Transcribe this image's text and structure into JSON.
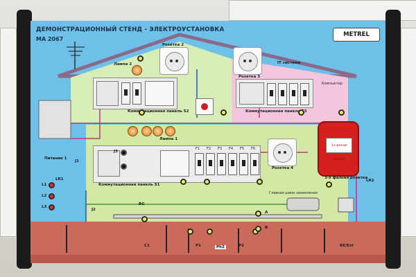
{
  "header": {
    "title": "ДЕМОНСТРАЦИОННЫЙ СТЕНД - ЭЛЕКТРОУСТАНОВКА",
    "model": "MA 2067",
    "brand": "METREL"
  },
  "labels": {
    "socket_2": "Розетка 2",
    "socket_3": "Розетка 3",
    "socket_4": "Розетка 4",
    "lamp_1": "Лампа 1",
    "lamp_2": "Лампа 2",
    "it_system": "IT система",
    "computer": "Компьютер",
    "panel_s1": "Коммутационная панель S1",
    "panel_s2": "Коммутационная панель S2",
    "panel_s3": "Коммутационная панель S3",
    "supply_1": "Питание 1",
    "lr1": "LR1",
    "lr2": "LR2",
    "l1": "L1",
    "l2": "L2",
    "l3": "L3",
    "j1": "J1",
    "j2": "J2",
    "j3": "J3",
    "bg": "BG",
    "a": "A",
    "b": "B",
    "three_phase": "3-х фазная розетка",
    "main_bus": "Главная шина заземления",
    "c1": "C1",
    "p1": "P1",
    "p2": "P2",
    "ph2": "Ph2",
    "re_ext": "RE/Ext",
    "f1": "F1",
    "f2": "F2",
    "f3": "F3",
    "f4": "F4",
    "f5": "F5",
    "f6": "F6"
  },
  "colors": {
    "sky": "#6ec0e8",
    "house_green": "#d2e8a4",
    "it_pink": "#f3c6de",
    "ground": "#c96a5c",
    "wire_pink": "#b23c7e",
    "wire_green": "#3a9a3a"
  },
  "icons": [
    "antenna-icon",
    "lamp-icon",
    "jack-icon",
    "socket-icon",
    "breaker-icon",
    "three-phase-plug-icon",
    "ground-rod-icon"
  ]
}
